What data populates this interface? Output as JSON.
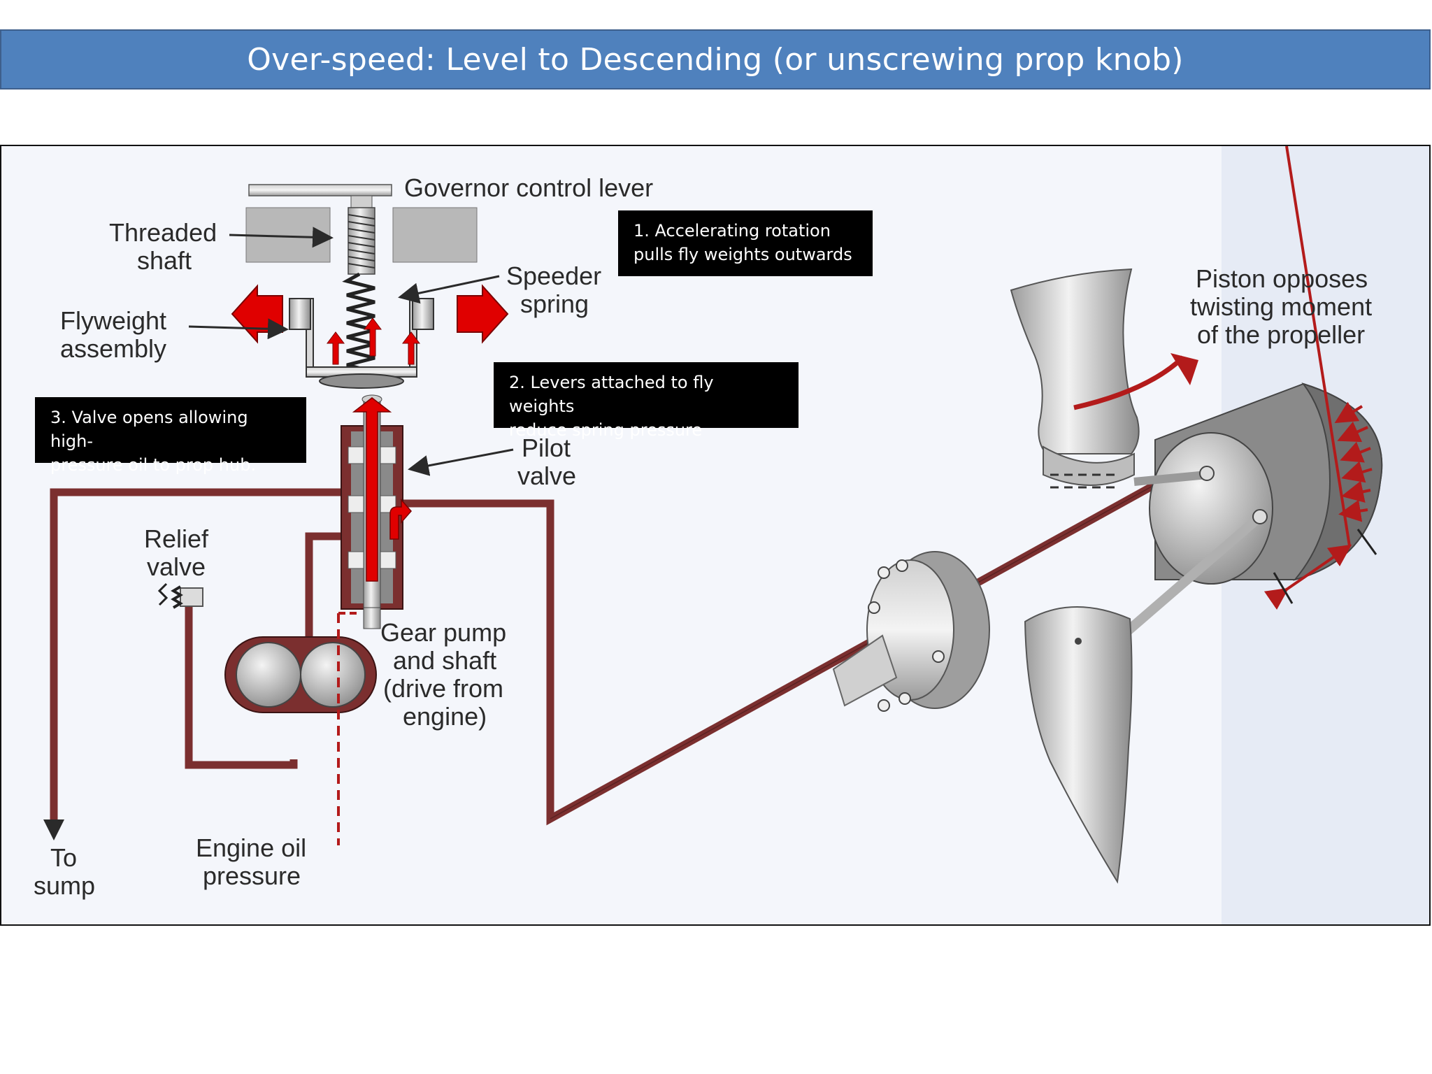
{
  "title": "Over-speed:  Level to Descending (or unscrewing prop knob)",
  "colors": {
    "title_bar": "#4f81bd",
    "oil_line": "#7b2f2f",
    "flow_arrow": "#e00000",
    "callout_bg": "#000000"
  },
  "labels": {
    "governor_control_lever": "Governor control lever",
    "threaded_shaft_1": "Threaded",
    "threaded_shaft_2": "shaft",
    "speeder_spring_1": "Speeder",
    "speeder_spring_2": "spring",
    "flyweight_1": "Flyweight",
    "flyweight_2": "assembly",
    "pilot_valve_1": "Pilot",
    "pilot_valve_2": "valve",
    "relief_valve_1": "Relief",
    "relief_valve_2": "valve",
    "gear_pump_1": "Gear pump",
    "gear_pump_2": "and shaft",
    "gear_pump_3": "(drive from",
    "gear_pump_4": "engine)",
    "to_sump_1": "To",
    "to_sump_2": "sump",
    "engine_oil_1": "Engine oil",
    "engine_oil_2": "pressure",
    "piston_1": "Piston opposes",
    "piston_2": "twisting moment",
    "piston_3": "of the propeller"
  },
  "callouts": {
    "c1_line1": "1. Accelerating rotation",
    "c1_line2": "pulls fly weights outwards",
    "c2_line1": "2. Levers attached to fly weights",
    "c2_line2": "reduce spring pressure",
    "c3_line1": "3. Valve opens allowing high-",
    "c3_line2": "pressure oil to prop hub."
  }
}
